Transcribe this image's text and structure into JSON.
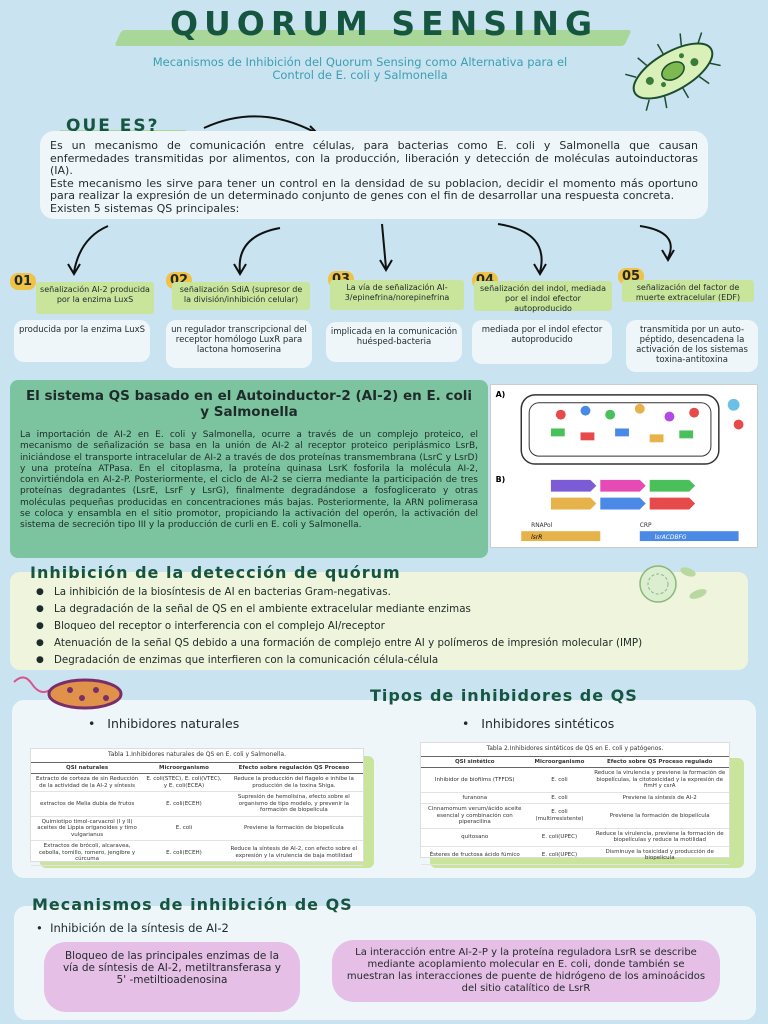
{
  "header": {
    "title": "QUORUM SENSING",
    "subtitle": "Mecanismos de Inhibición del Quorum Sensing como Alternativa para el Control de E. coli y Salmonella"
  },
  "que_es": {
    "heading": "QUE ES?",
    "paragraphs": [
      "Es un mecanismo de comunicación entre células, para bacterias como E. coli y Salmonella que causan enfermedades transmitidas por alimentos, con la producción, liberación y detección de moléculas autoinductoras (IA).",
      "Este mecanismo les sirve para tener un control en la densidad de su poblacion, decidir el momento más oportuno para realizar la expresión de un determinado conjunto de genes con el fin de desarrollar una respuesta concreta.",
      "Existen 5 sistemas QS principales:"
    ]
  },
  "systems": [
    {
      "number": "01",
      "title": "señalización AI-2 producida por la enzima LuxS",
      "detail": "producida por la enzima LuxS"
    },
    {
      "number": "02",
      "title": "señalización SdiA (supresor de la división/inhibición celular)",
      "detail": "un regulador transcripcional del receptor homólogo LuxR para lactona homoserina"
    },
    {
      "number": "03",
      "title": "La vía de señalización AI-3/epinefrina/norepinefrina",
      "detail": "implicada en la comunicación huésped-bacteria"
    },
    {
      "number": "04",
      "title": "señalización del indol, mediada por el indol efector autoproducido",
      "detail": "mediada por el indol efector autoproducido"
    },
    {
      "number": "05",
      "title": "señalización del factor de muerte extracelular (EDF)",
      "detail": "transmitida por un auto-péptido, desencadena la activación de los sistemas toxina-antitoxina"
    }
  ],
  "ai2_section": {
    "title": "El sistema QS basado en el Autoinductor-2 (AI-2) en E. coli y Salmonella",
    "text": "La importación de AI-2 en E. coli y Salmonella, ocurre a través de un complejo proteico, el mecanismo de señalización se basa en la unión de AI-2 al receptor proteico periplásmico LsrB, iniciándose el transporte intracelular de AI-2 a través de dos proteínas transmembrana (LsrC y LsrD) y una proteína ATPasa. En el citoplasma, la proteína quinasa LsrK fosforila la molécula AI-2, convirtiéndola en AI-2-P. Posteriormente, el ciclo de AI-2 se cierra mediante la participación de tres proteínas degradantes (LsrE, LsrF y LsrG), finalmente degradándose a fosfoglicerato y otras moléculas pequeñas producidas en concentraciones más bajas.  Posteriormente, la ARN polimerasa se coloca y ensambla en el sitio promotor, propiciando la activación del operón, la activación del sistema de secreción tipo III y la producción de curli en E. coli y Salmonella.",
    "figure_labels": {
      "panel_a": "A)",
      "panel_b": "B)",
      "operon": "lsrACDBFG",
      "gene": "lsrR",
      "rnap": "RNAPol",
      "crp": "CRP"
    }
  },
  "inhibicion_deteccion": {
    "title": "Inhibición de la detección de quórum",
    "items": [
      "La inhibición de la biosíntesis de AI en bacterias Gram-negativas.",
      "La degradación de la señal de QS en el ambiente extracelular mediante enzimas",
      "Bloqueo del receptor o interferencia con el complejo AI/receptor",
      "Atenuación de la señal QS debido a una formación de complejo entre AI y polímeros de impresión molecular (IMP)",
      "Degradación de enzimas que interfieren con la comunicación célula-célula"
    ]
  },
  "tipos": {
    "title": "Tipos de inhibidores de QS",
    "naturales_label": "Inhibidores naturales",
    "sinteticos_label": "Inhibidores sintéticos",
    "tabla_naturales": {
      "caption": "Tabla 1.Inhibidores naturales de QS en E. coli y Salmonella.",
      "headers": [
        "QSI naturales",
        "Microorganismo",
        "Efecto sobre regulación QS Proceso"
      ],
      "rows": [
        [
          "Extracto de corteza de sin Reducción de la actividad de la AI-2 y síntesis",
          "E. coli(STEC), E. coli(VTEC), y E. coli(ECEA)",
          "Reduce la producción del flagelo e inhibe la producción de la toxina Shiga."
        ],
        [
          "extractos de Melia dubia de frutos",
          "E. coli(ECEH)",
          "Supresión de hemolisina, efecto sobre el organismo de tipo modelo, y prevenir la formación de biopelícula"
        ],
        [
          "Quimiotipo timol-carvacrol (I y II) aceites de Lippia origanoides y timo vulgarianus",
          "E. coli",
          "Previene la formación de biopelícula"
        ],
        [
          "Extractos de brócoli, alcaravea, cebolla, tomillo, romero, jengibre y cúrcuma",
          "E. coli(ECEH)",
          "Reduce la síntesis de AI-2, con efecto sobre el expresión y la virulencia de baja motilidad"
        ]
      ]
    },
    "tabla_sinteticos": {
      "caption": "Tabla 2.Inhibidores sintéticos de QS en E. coli y patógenos.",
      "headers": [
        "QSI sintético",
        "Microorganismo",
        "Efecto sobre QS Proceso regulado"
      ],
      "rows": [
        [
          "Inhibidor de biofilms (TFFDS)",
          "E. coli",
          "Reduce la virulencia y previene la formación de biopelículas, la citotoxicidad y la expresión de fimH y csrA"
        ],
        [
          "furanona",
          "E. coli",
          "Previene la síntesis de AI-2"
        ],
        [
          "Cinnamomum verum/ácido aceite esencial y combinación con piperacilina",
          "E. coli (multirresistente)",
          "Previene la formación de biopelícula"
        ],
        [
          "quitosano",
          "E. coli(UPEC)",
          "Reduce la virulencia, previene la formación de biopelículas y reduce la motilidad"
        ],
        [
          "Ésteres de fructosa ácido fúmico",
          "E. coli(UPEC)",
          "Disminuye la toxicidad y producción de biopelícula"
        ]
      ]
    }
  },
  "mecanismos": {
    "title": "Mecanismos de inhibición de QS",
    "subtitle": "Inhibición de la síntesis de AI-2",
    "pill_left": "Bloqueo de las principales enzimas de la vía de síntesis de AI-2, metiltransferasa y 5' -metiltioadenosina",
    "pill_right": "La interacción entre AI-2-P y la proteína reguladora LsrR se describe mediante acoplamiento molecular en E. coli, donde también se muestran las interacciones de puente de hidrógeno de los aminoácidos del sitio catalítico de LsrR"
  },
  "colors": {
    "background": "#c9e3f1",
    "title_green": "#16553f",
    "highlight_green": "#a9d79a",
    "number_badge": "#f0c245",
    "panel_green": "#7cc4a0",
    "pill_purple": "#e6bfe6"
  },
  "icons": [
    "bacterium-icon",
    "arrow-curved-icon",
    "bullet-icon",
    "cell-icon"
  ]
}
